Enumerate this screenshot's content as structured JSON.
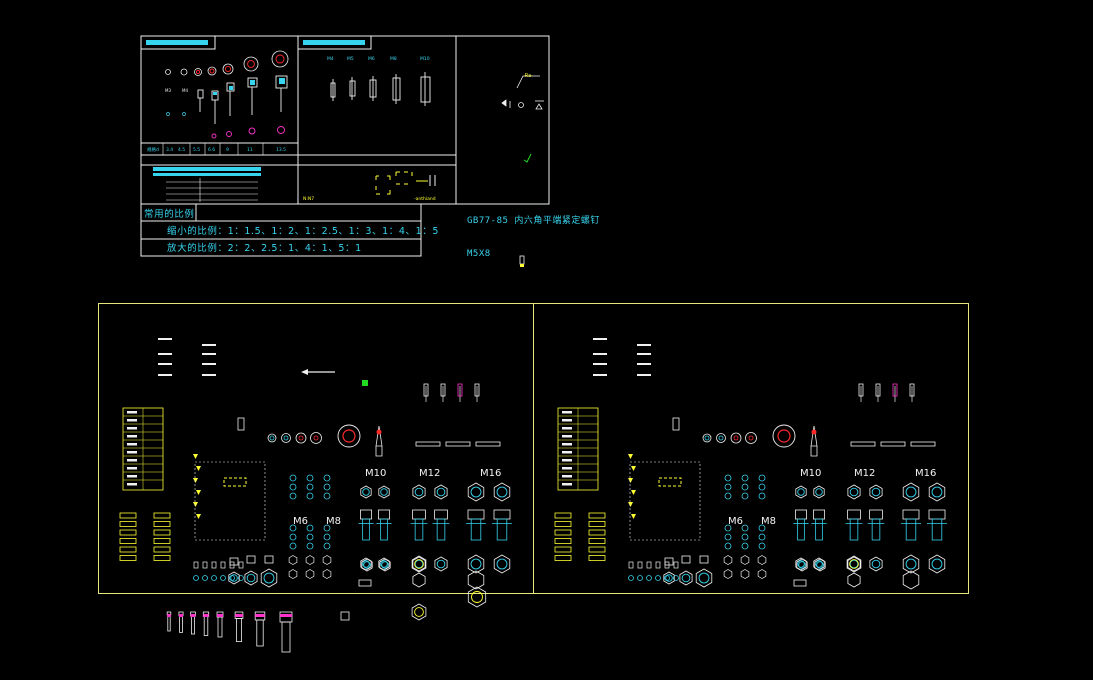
{
  "colors": {
    "background": "#000000",
    "frame_yellow": "#e6e67a",
    "frame_white": "#f0f0f0",
    "cyan": "#36d4ee",
    "red": "#ff2a2a",
    "magenta": "#ff33cc",
    "green": "#22dd22",
    "yellow": "#ffff33"
  },
  "scale_panel": {
    "header": "常用的比例",
    "reduce_line": "缩小的比例：1：1.5、1：2、1：2.5、1：3、1：4、1：5",
    "enlarge_line": "放大的比例：2：2、2.5：1、4：1、5：1"
  },
  "standard_note": {
    "title": "GB77-85 内六角平端紧定螺钉",
    "spec": "M5X8"
  },
  "left_sheet": {
    "big_sizes": [
      "M10",
      "M12",
      "M16"
    ],
    "mid_sizes": [
      "M6",
      "M8"
    ]
  },
  "right_sheet": {
    "big_sizes": [
      "M10",
      "M12",
      "M16"
    ],
    "mid_sizes": [
      "M6",
      "M8"
    ]
  },
  "icons": [
    "hex-nut-icon",
    "bolt-icon",
    "washer-icon",
    "eye-bolt-icon",
    "arrow-icon",
    "surface-finish-icon"
  ]
}
